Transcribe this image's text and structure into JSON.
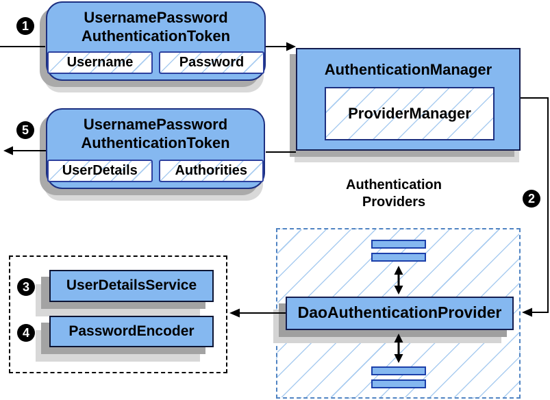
{
  "badges": {
    "step1": "1",
    "step2": "2",
    "step3": "3",
    "step4": "4",
    "step5": "5"
  },
  "request_token": {
    "title_line1": "UsernamePassword",
    "title_line2": "AuthenticationToken",
    "field1": "Username",
    "field2": "Password"
  },
  "auth_manager": {
    "title": "AuthenticationManager",
    "inner": "ProviderManager"
  },
  "result_token": {
    "title_line1": "UsernamePassword",
    "title_line2": "AuthenticationToken",
    "field1": "UserDetails",
    "field2": "Authorities"
  },
  "providers": {
    "label_line1": "Authentication",
    "label_line2": "Providers",
    "main": "DaoAuthenticationProvider"
  },
  "services": {
    "service1": "UserDetailsService",
    "service2": "PasswordEncoder"
  },
  "colors": {
    "node_fill": "#85b8f0",
    "node_border": "#1c2f80",
    "hatch_line": "#a9ccf0",
    "providers_dash_border": "#4f83c2",
    "shadow_dark": "#a9a9a9",
    "shadow_light": "#d9d9d9",
    "connector": "#000000",
    "badge_bg": "#000000",
    "badge_text": "#ffffff"
  }
}
